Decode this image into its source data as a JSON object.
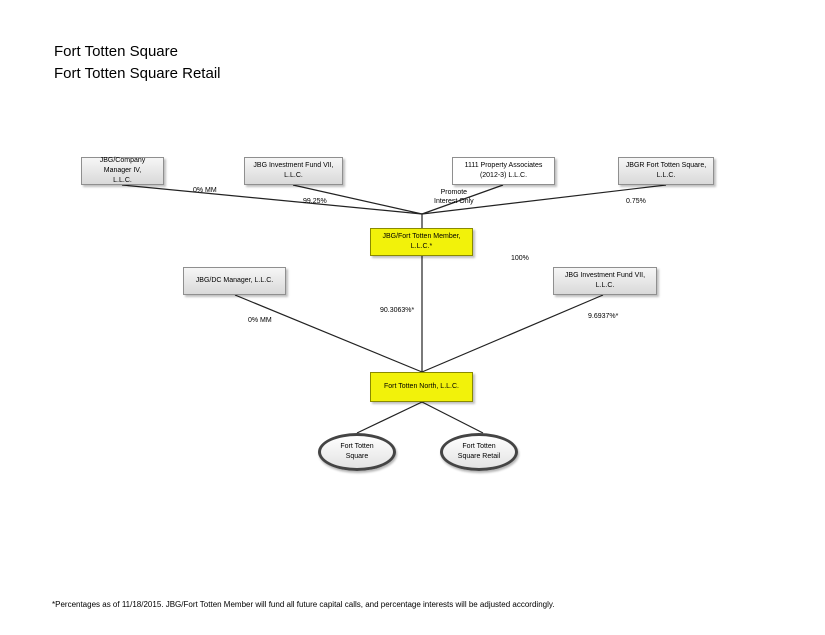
{
  "title": {
    "line1": "Fort Totten Square",
    "line2": "Fort Totten Square Retail"
  },
  "entities": {
    "jbg_company_manager": "JBG/Company Manager IV,\nL.L.C.",
    "jbg_fund_top": "JBG Investment Fund VII,\nL.L.C.",
    "property_associates": "1111 Property Associates\n(2012-3) L.L.C.",
    "jbgr_fort_totten": "JBGR Fort Totten Square,\nL.L.C.",
    "fort_totten_member": "JBG/Fort Totten Member,\nL.L.C.*",
    "dc_manager": "JBG/DC Manager, L.L.C.",
    "jbg_fund_right": "JBG Investment Fund VII,\nL.L.C.",
    "fort_totten_north": "Fort Totten North, L.L.C.",
    "fort_totten_square": "Fort Totten\nSquare",
    "fort_totten_square_retail": "Fort Totten\nSquare Retail"
  },
  "labels": {
    "mm_top": "0% MM",
    "pct_9925": "99.25%",
    "promote": "Promote\nInterest Only",
    "pct_075": "0.75%",
    "pct_100": "100%",
    "mm_dc": "0% MM",
    "pct_903063": "90.3063%*",
    "pct_96937": "9.6937%*"
  },
  "footnote": "*Percentages as of 11/18/2015. JBG/Fort Totten Member will fund all future capital calls, and percentage interests will be adjusted accordingly.",
  "colors": {
    "highlight": "#f2f20a",
    "line": "#222222"
  }
}
